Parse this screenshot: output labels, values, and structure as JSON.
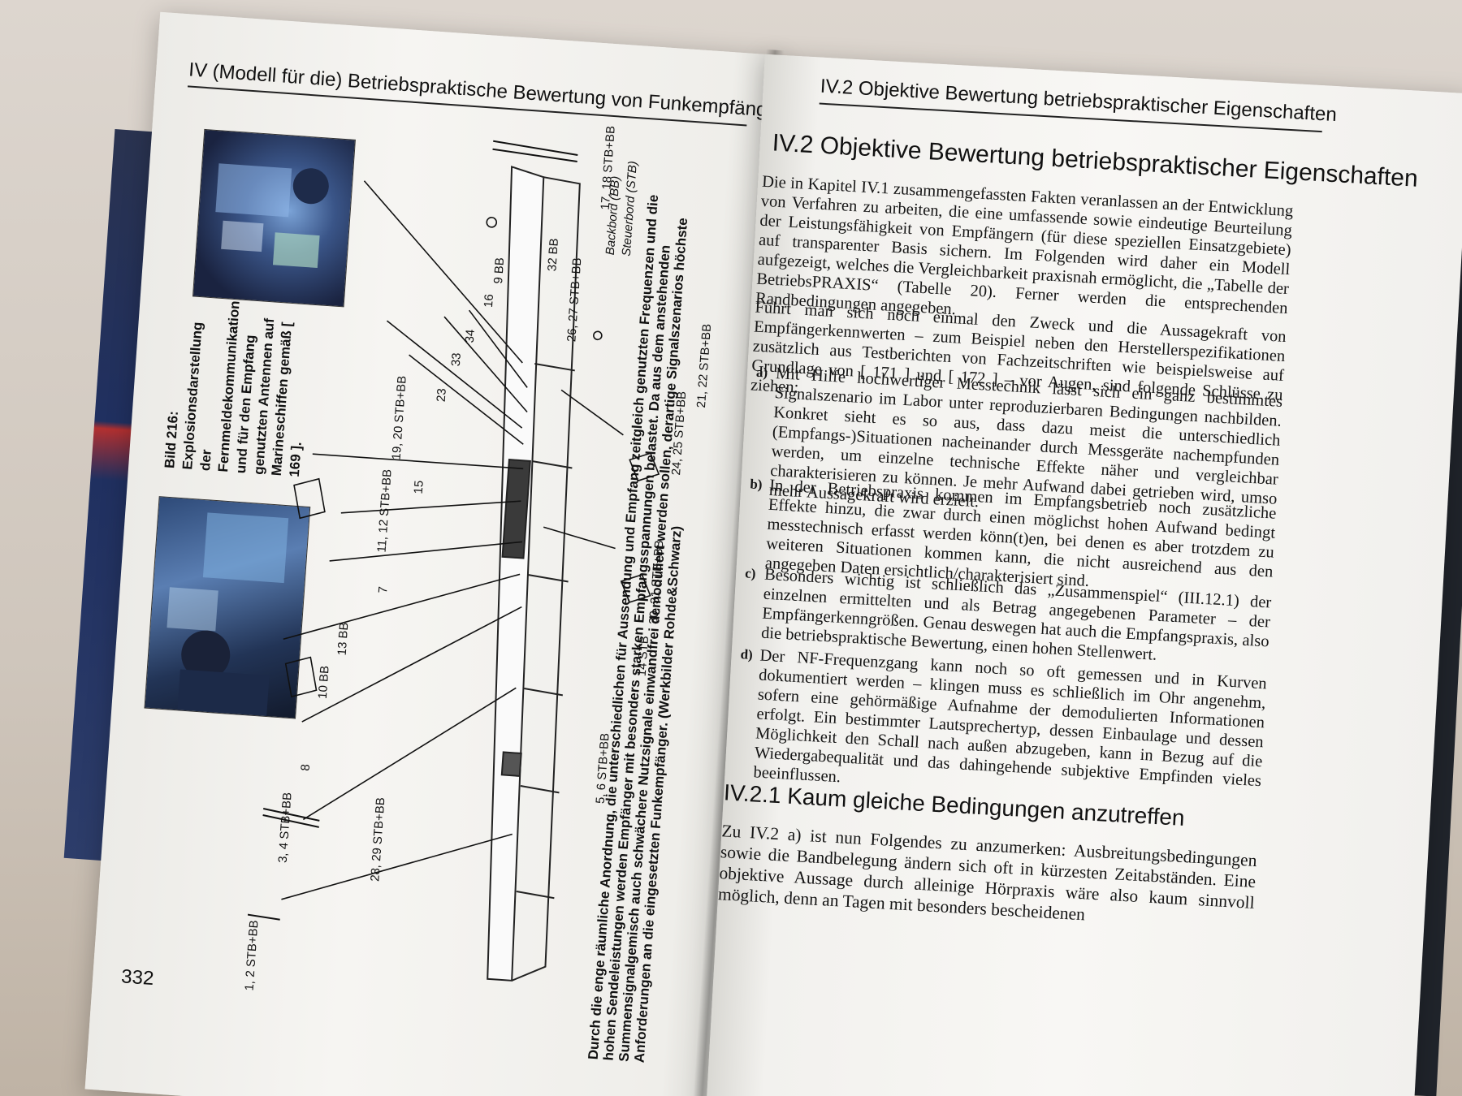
{
  "left_page": {
    "running_head": "IV   (Modell für die) Betriebspraktische Bewertung von Funkempfängern",
    "page_number": "332",
    "figure_caption": "Bild 216: Explosionsdarstellung der Fernmeldekommunikation und für den Empfang genutzten Antennen auf Marineschiffen gemäß [ 169 ].",
    "vertical_text": "Durch die enge räumliche Anordnung, die unterschiedlichen für Aussendung und Empfang zeitgleich genutzten Frequenzen und die hohen Sendeleistungen werden Empfänger mit besonders starken Empfangsspannungen belastet. Da aus dem anstehenden Summensignalgemisch auch schwächere Nutzsignale einwandfrei demoduliert werden sollen, derartige Signalszenarios höchste Anforderungen an die eingesetzten Funkempfänger. (Werkbilder Rohde&Schwarz)",
    "legend_bb": "Backbord (BB)",
    "legend_stb": "Steuerbord (STB)",
    "ship_labels": [
      "17, 18 STB+BB",
      "32 BB",
      "9 BB",
      "16",
      "26, 27 STB+BB",
      "34",
      "33",
      "23",
      "21, 22 STB+BB",
      "19, 20 STB+BB",
      "15",
      "24, 25 STB+BB",
      "11, 12 STB+BB",
      "7",
      "30, 31 STB+BB",
      "13 BB",
      "14 STB",
      "10 BB",
      "8",
      "5, 6 STB+BB",
      "3, 4 STB+BB",
      "28, 29 STB+BB",
      "1, 2 STB+BB"
    ]
  },
  "right_page": {
    "running_head": "IV.2   Objektive Bewertung betriebspraktischer Eigenschaften",
    "section_heading": "IV.2   Objektive Bewertung betriebspraktischer Eigenschaften",
    "intro": "Die in Kapitel IV.1 zusammengefassten Fakten veranlassen an der Entwicklung von Verfahren zu arbeiten, die eine umfassende sowie eindeutige Beurteilung der Leistungsfähigkeit von Empfängern (für diese speziellen Einsatzgebiete) auf transparenter Basis sichern. Im Folgenden wird daher ein Modell aufgezeigt, welches die Vergleichbarkeit praxisnah ermöglicht, die „Tabelle der BetriebsPRAXIS“ (Tabelle 20). Ferner werden die entsprechenden Randbedingungen angegeben.",
    "para2": "Führt man sich noch einmal den Zweck und die Aussagekraft von Empfängerkennwerten – zum Beispiel neben den Herstellerspezifikationen zusätzlich aus Testberichten von Fachzeitschriften wie beispielsweise auf Grundlage von [ 171 ] und [ 172 ] – vor Augen, sind folgende Schlüsse zu ziehen:",
    "items": [
      {
        "label": "a)",
        "text": "Mit Hilfe hochwertiger Messtechnik lässt sich ein ganz bestimmtes Signalszenario im Labor unter reproduzierbaren Bedingungen nachbilden. Konkret sieht es so aus, dass dazu meist die unterschiedlich (Empfangs-)Situationen nacheinander durch Messgeräte nachempfunden werden, um einzelne technische Effekte näher und vergleichbar charakterisieren zu können. Je mehr Aufwand dabei getrieben wird, umso mehr Aussagekraft wird erzielt."
      },
      {
        "label": "b)",
        "text": "In der Betriebspraxis kommen im Empfangsbetrieb noch zusätzliche Effekte hinzu, die zwar durch einen möglichst hohen Aufwand bedingt messtechnisch erfasst werden könn(t)en, bei denen es aber trotzdem zu weiteren Situationen kommen kann, die nicht ausreichend aus den angegeben Daten ersichtlich/charakterisiert sind."
      },
      {
        "label": "c)",
        "text": "Besonders wichtig ist schließlich das „Zusammenspiel“ (III.12.1) der einzelnen ermittelten und als Betrag angegebenen Parameter – der Empfängerkenngrößen. Genau deswegen hat auch die Empfangspraxis, also die betriebspraktische Bewertung, einen hohen Stellenwert."
      },
      {
        "label": "d)",
        "text": "Der NF-Frequenzgang kann noch so oft gemessen und in Kurven dokumentiert werden – klingen muss es schließlich im Ohr angenehm, sofern eine gehörmäßige Aufnahme der demodulierten Informationen erfolgt. Ein bestimmter Lautsprechertyp, dessen Einbaulage und dessen Möglichkeit den Schall nach außen abzugeben, kann in Bezug auf die Wiedergabequalität und das dahingehende subjektive Empfinden vieles beeinflussen."
      }
    ],
    "subsection_heading": "IV.2.1   Kaum gleiche Bedingungen anzutreffen",
    "para3": "Zu IV.2 a) ist nun Folgendes zu anzumerken: Ausbreitungsbedingungen sowie die Bandbelegung ändern sich oft in kürzesten Zeitabständen. Eine objektive Aussage durch alleinige Hörpraxis wäre also kaum sinnvoll möglich, denn an Tagen mit besonders bescheidenen"
  },
  "colors": {
    "paper": "#f4f3f0",
    "ink": "#111111",
    "cover": "#20242b",
    "table": "#cfc6bc"
  }
}
